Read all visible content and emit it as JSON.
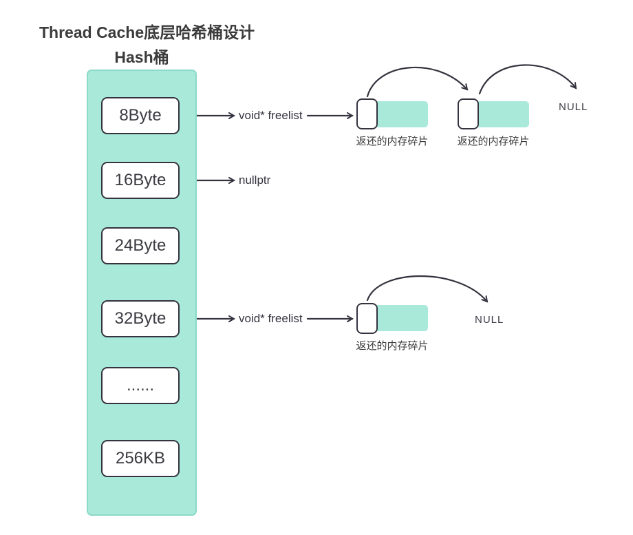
{
  "title": "Thread Cache底层哈希桶设计",
  "bucket": {
    "label": "Hash桶",
    "items": [
      "8Byte",
      "16Byte",
      "24Byte",
      "32Byte",
      "......",
      "256KB"
    ]
  },
  "pointers": {
    "freelist_8byte": "void* freelist",
    "nullptr_16byte": "nullptr",
    "freelist_32byte": "void* freelist"
  },
  "chunk_label": "返还的内存碎片",
  "null_label": "NULL",
  "colors": {
    "bucket_fill": "#a9e9da",
    "bucket_border": "#8bdac8",
    "chunk_fill": "#a9e9da",
    "stroke": "#34333f",
    "box_fill": "#ffffff",
    "text": "#3c3c3c"
  }
}
